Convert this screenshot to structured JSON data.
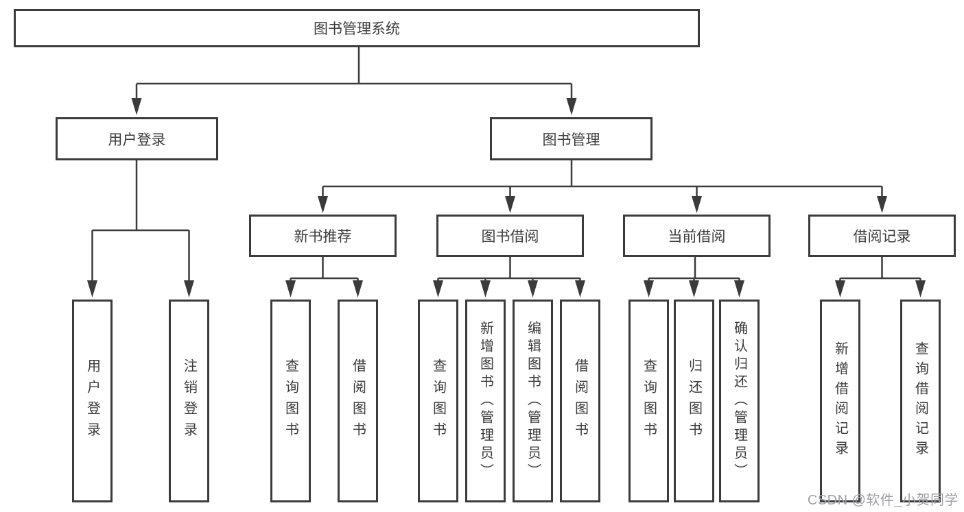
{
  "colors": {
    "line": "#3b3b3b",
    "box_border": "#3b3b3b",
    "text": "#3b3b3b",
    "background": "#ffffff",
    "watermark": "#9fa0a4"
  },
  "diagram": {
    "root": {
      "label": "图书管理系统"
    },
    "branches": [
      {
        "label": "用户登录",
        "children": [
          {
            "label": "用户登录"
          },
          {
            "label": "注销登录"
          }
        ]
      },
      {
        "label": "图书管理",
        "children": [
          {
            "label": "新书推荐",
            "children": [
              {
                "label": "查询图书"
              },
              {
                "label": "借阅图书"
              }
            ]
          },
          {
            "label": "图书借阅",
            "children": [
              {
                "label": "查询图书"
              },
              {
                "label": "新增图书（管理员）"
              },
              {
                "label": "编辑图书（管理员）"
              },
              {
                "label": "借阅图书"
              }
            ]
          },
          {
            "label": "当前借阅",
            "children": [
              {
                "label": "查询图书"
              },
              {
                "label": "归还图书"
              },
              {
                "label": "确认归还（管理员）"
              }
            ]
          },
          {
            "label": "借阅记录",
            "children": [
              {
                "label": "新增借阅记录"
              },
              {
                "label": "查询借阅记录"
              }
            ]
          }
        ]
      }
    ]
  },
  "watermark": {
    "text": "CSDN @软件_小贺同学"
  }
}
